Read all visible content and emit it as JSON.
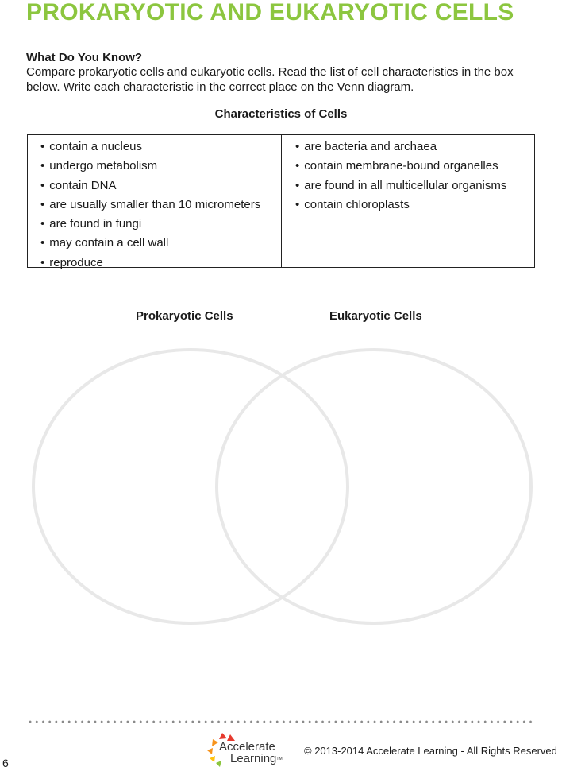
{
  "page": {
    "title": "PROKARYOTIC AND EUKARYOTIC CELLS",
    "section_heading": "What Do You Know?",
    "intro": "Compare prokaryotic cells and eukaryotic cells. Read the list of cell characteristics in the box below. Write each characteristic in the correct place on the Venn diagram."
  },
  "characteristics": {
    "title": "Characteristics of Cells",
    "left": [
      "contain a nucleus",
      "undergo metabolism",
      "contain DNA",
      "are usually smaller than 10 micrometers",
      "are found in fungi",
      "may contain a cell wall",
      "reproduce"
    ],
    "right": [
      "are bacteria and archaea",
      "contain membrane-bound organelles",
      "are found in all multicellular organisms",
      "contain chloroplasts"
    ]
  },
  "venn": {
    "left_label": "Prokaryotic Cells",
    "right_label": "Eukaryotic Cells",
    "circle_color": "#e8e8e8"
  },
  "footer": {
    "page_number": "6",
    "logo_line1": "Accelerate",
    "logo_line2": "Learning",
    "logo_tm": "TM",
    "copyright": "© 2013-2014 Accelerate Learning - All Rights Reserved",
    "logo_colors": [
      "#e63a2e",
      "#f7941d",
      "#ffc20e",
      "#8cc63f"
    ]
  }
}
